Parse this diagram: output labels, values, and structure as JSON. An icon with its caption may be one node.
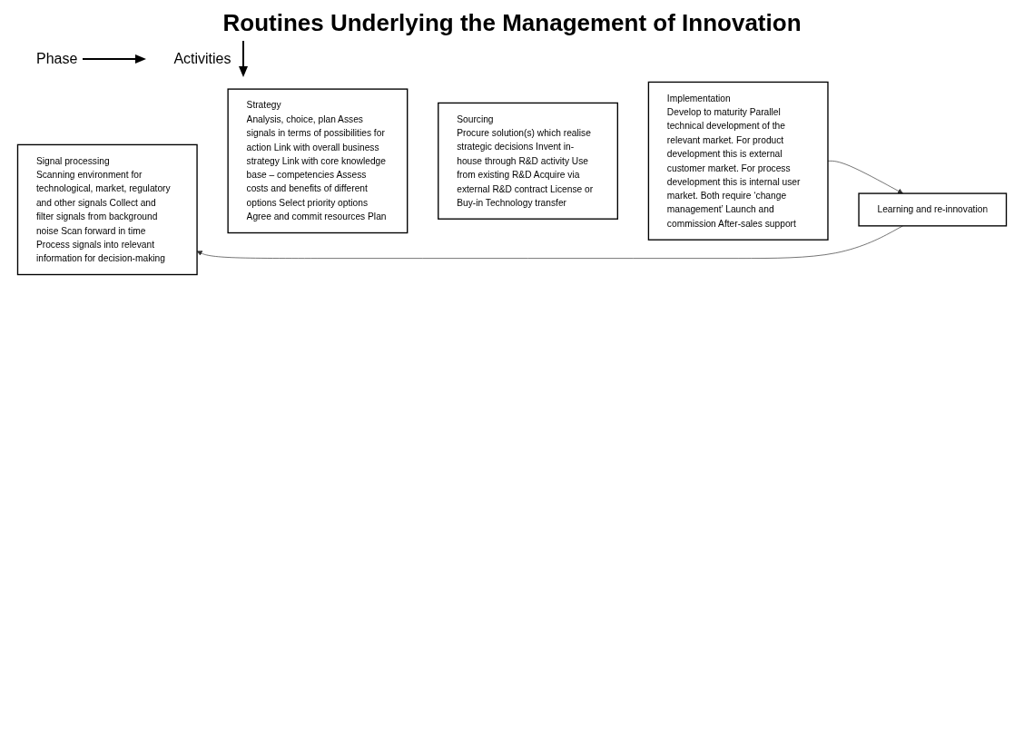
{
  "diagram": {
    "title": "Routines Underlying the Management of Innovation",
    "nodes": [
      {
        "text": [
          "Signal processing",
          "Scanning environment for technological, market, regulatory and other signals Collect and filter signals from background noise Scan forward in time Process signals into relevant information for decision-making"
        ]
      },
      {
        "text": [
          "Strategy",
          "Analysis, choice, plan Asses signals in terms of possibilities for action Link with overall business strategy Link with core knowledge base – competencies Assess costs and benefits of different options Select priority options Agree and commit resources Plan"
        ]
      },
      {
        "text": [
          "Sourcing",
          "Procure solution(s) which realise strategic decisions Invent in-house through R&D activity Use from existing R&D Acquire via external R&D contract License or Buy-in Technology transfer"
        ]
      },
      {
        "text": [
          "Implementation",
          "Develop to maturity Parallel technical development of the relevant market. For product development this is external customer market. For process development this is internal user market. Both require ‘change management’ Launch and commission After-sales support"
        ]
      },
      {
        "text": [
          "Learning and re-innovation"
        ]
      }
    ],
    "edges": [
      {
        "from": 3,
        "to": 4,
        "arrow": "to"
      },
      {
        "from": 4,
        "to": 0,
        "arrow": "to"
      }
    ],
    "labels": [
      "Phase",
      "Activities"
    ]
  }
}
